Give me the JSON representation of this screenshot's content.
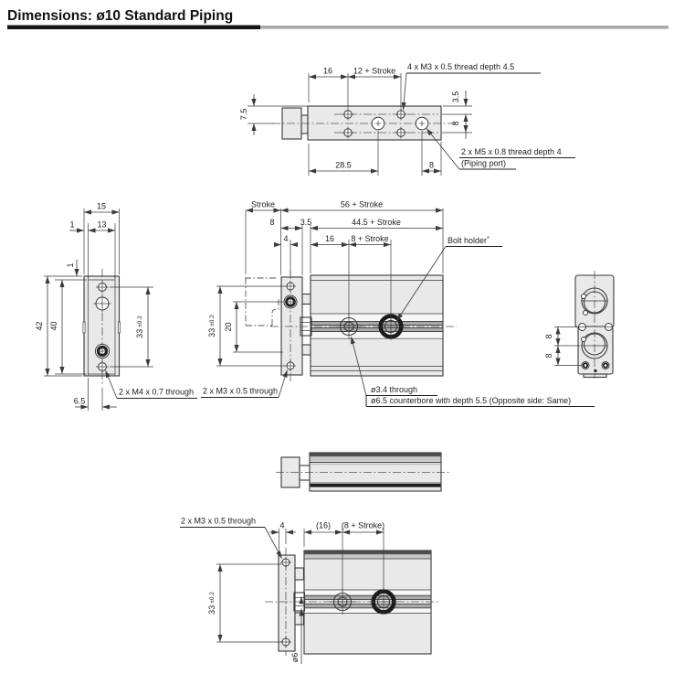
{
  "title": "Dimensions: ø10 Standard Piping",
  "views": {
    "top": {
      "d16": "16",
      "d12stroke": "12 + Stroke",
      "thread_label": "4 x M3 x 0.5 thread depth 4.5",
      "d35": "3.5",
      "d8_side": "8",
      "d75": "7.5",
      "d285": "28.5",
      "d8_bottom": "8",
      "port_label": "2 x M5 x 0.8 thread depth 4",
      "port_label2": "(Piping port)"
    },
    "left": {
      "d15": "15",
      "d1_top": "1",
      "d13": "13",
      "d1_side": "1",
      "d42": "42",
      "d40": "40",
      "d33": "33",
      "d33_tol": "±0.2",
      "d65": "6.5",
      "thread_label": "2 x M4 x 0.7 through"
    },
    "front": {
      "stroke": "Stroke",
      "d56stroke": "56 + Stroke",
      "d8": "8",
      "d35": "3.5",
      "d445stroke": "44.5 + Stroke",
      "d4": "4",
      "d16": "16",
      "d8stroke": "8 + Stroke",
      "bolt_holder": "Bolt holder",
      "bolt_holder_sup": "*",
      "d33": "33",
      "d33_tol": "±0.2",
      "d20": "20",
      "thread_label": "2 x M3 x 0.5 through",
      "bore_label1": "ø3.4 through",
      "bore_label2": "ø6.5 counterbore with depth 5.5 (Opposite side: Same)"
    },
    "right": {
      "d8_upper": "8",
      "d8_lower": "8"
    },
    "bottom": {
      "thread_label": "2 x M3 x 0.5 through",
      "d4": "4",
      "d16": "(16)",
      "d8stroke": "(8 + Stroke)",
      "d33": "33",
      "d33_tol": "±0.2",
      "d6": "ø6"
    }
  }
}
